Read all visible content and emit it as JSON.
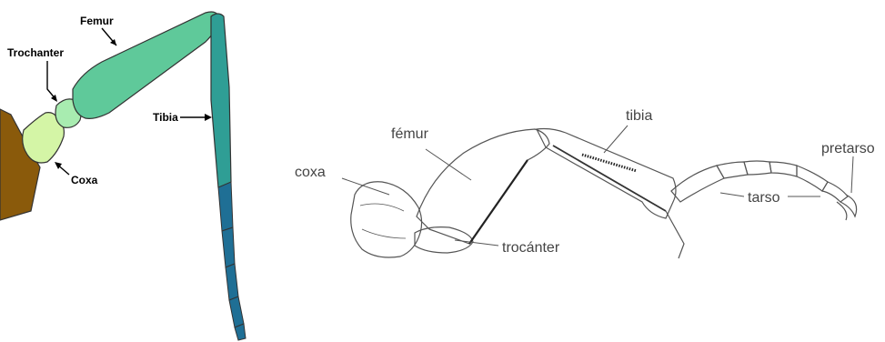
{
  "left_diagram": {
    "labels": {
      "femur": "Femur",
      "trochanter": "Trochanter",
      "tibia": "Tibia",
      "coxa": "Coxa"
    },
    "colors": {
      "body": "#8a5a0b",
      "coxa": "#d4f5a6",
      "trochanter": "#a8ecb0",
      "femur": "#5fc99a",
      "tibia": "#2f9e95",
      "tarsus": "#1f6f95"
    }
  },
  "right_diagram": {
    "labels": {
      "coxa": "coxa",
      "femur": "fémur",
      "tibia": "tibia",
      "trochanter": "trocánter",
      "tarsus": "tarso",
      "pretarsus": "pretarso"
    },
    "colors": {
      "line": "#555555",
      "label": "#444444"
    }
  }
}
